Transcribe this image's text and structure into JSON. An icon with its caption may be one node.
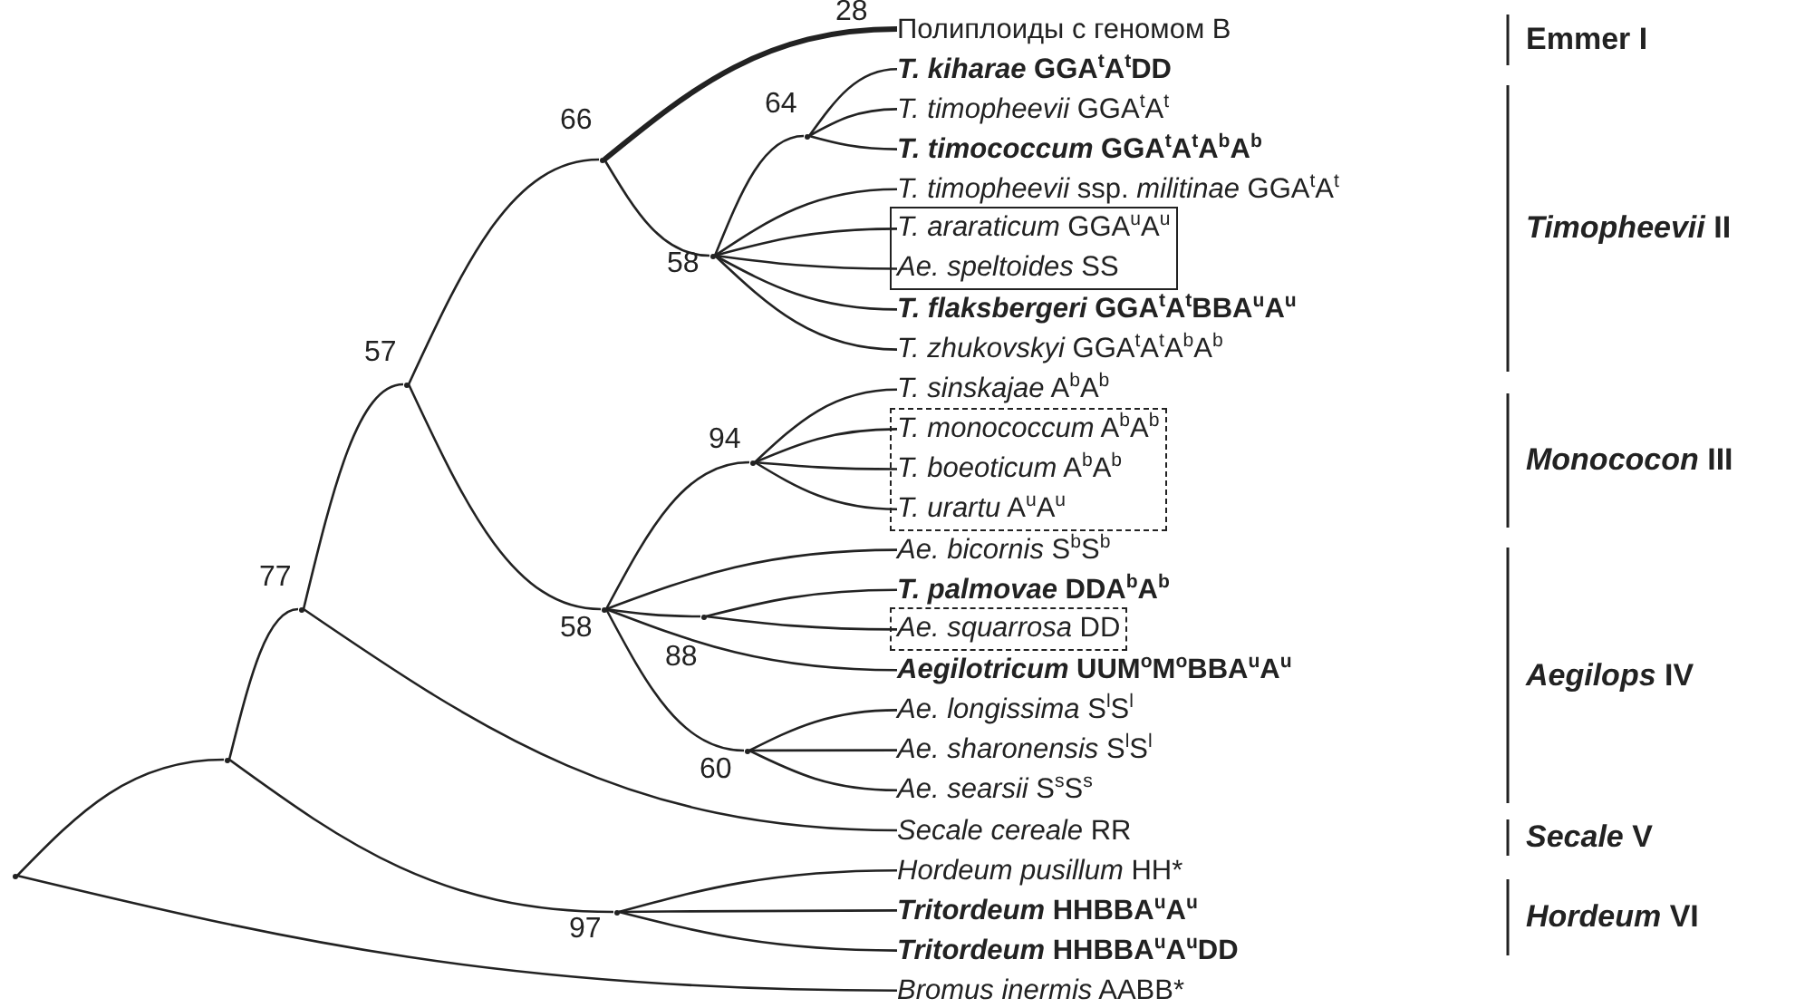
{
  "diagram": {
    "nodes": [
      {
        "text": [],
        "shape": "point"
      },
      {
        "text": [],
        "shape": "point"
      },
      {
        "text": [],
        "shape": "point",
        "beside": [
          "77"
        ]
      },
      {
        "text": [],
        "shape": "point",
        "beside": [
          "57"
        ]
      },
      {
        "text": [],
        "shape": "point",
        "beside": [
          "66"
        ]
      },
      {
        "text": [
          "Полиплоиды с геномом B"
        ],
        "beside": [
          "28"
        ]
      },
      {
        "text": [],
        "shape": "point",
        "beside": [
          "58"
        ]
      },
      {
        "text": [],
        "shape": "point",
        "beside": [
          "64"
        ]
      },
      {
        "text": [
          "*T. kiharae* GGA$^{t}$A$^{t}$DD"
        ]
      },
      {
        "text": [
          "*T. timopheevii* GGA$^{t}$A$^{t}$"
        ]
      },
      {
        "text": [
          "*T. timococcum* GGA$^{t}$A$^{t}$A$^{b}$A$^{b}$"
        ]
      },
      {
        "text": [
          "*T. timopheevii* ssp. *militinae* GGA$^{t}$A$^{t}$"
        ]
      },
      {
        "text": [],
        "shape": "box"
      },
      {
        "text": [
          "*T. araraticum* GGA$^{u}$A$^{u}$"
        ],
        "in": 12
      },
      {
        "text": [
          "*Ae. speltoides* SS"
        ],
        "in": 12
      },
      {
        "text": [
          "*T. flaksbergeri* GGA$^{t}$A$^{t}$BBA$^{u}$A$^{u}$"
        ]
      },
      {
        "text": [
          "*T. zhukovskyi* GGA$^{t}$A$^{t}$A$^{b}$A$^{b}$"
        ]
      },
      {
        "text": [],
        "shape": "point",
        "beside": [
          "58"
        ]
      },
      {
        "text": [],
        "shape": "point",
        "beside": [
          "94"
        ]
      },
      {
        "text": [
          "*T. sinskajae* A$^{b}$A$^{b}$"
        ]
      },
      {
        "text": [],
        "shape": "box"
      },
      {
        "text": [
          "*T. monococcum* A$^{b}$A$^{b}$"
        ],
        "in": 20
      },
      {
        "text": [
          "*T. boeoticum* A$^{b}$A$^{b}$"
        ],
        "in": 20
      },
      {
        "text": [
          "*T. urartu* A$^{u}$A$^{u}$"
        ],
        "in": 20
      },
      {
        "text": [
          "*Ae. bicornis* S$^{b}$S$^{b}$"
        ]
      },
      {
        "text": [],
        "shape": "point",
        "beside": [
          "88"
        ]
      },
      {
        "text": [
          "*T. palmovae* DDA$^{b}$A$^{b}$"
        ]
      },
      {
        "text": [],
        "shape": "box"
      },
      {
        "text": [
          "*Ae. squarrosa* DD"
        ],
        "in": 27
      },
      {
        "text": [
          "*Aegilotricum* UUM$^{o}$M$^{o}$BBA$^{u}$A$^{u}$"
        ]
      },
      {
        "text": [],
        "shape": "point",
        "beside": [
          "60"
        ]
      },
      {
        "text": [
          "*Ae. longissima* S$^{l}$S$^{l}$"
        ]
      },
      {
        "text": [
          "*Ae. sharonensis* S$^{l}$S$^{l}$"
        ]
      },
      {
        "text": [
          "*Ae. searsii* S$^{s}$S$^{s}$"
        ]
      },
      {
        "text": [
          "*Secale cereale* RR"
        ]
      },
      {
        "text": [],
        "shape": "point",
        "beside": [
          "97"
        ]
      },
      {
        "text": [
          "*Hordeum pusillum* HH*"
        ]
      },
      {
        "text": [
          "*Tritordeum* HHBBA$^{u}$A$^{u}$"
        ]
      },
      {
        "text": [
          "*Tritordeum* HHBBA$^{u}$A$^{u}$DD"
        ]
      },
      {
        "text": [
          "*Bromus inermis* AABB*"
        ]
      }
    ],
    "edges": [
      {
        "from": 0,
        "to": 1,
        "arrow": "none"
      },
      {
        "from": 0,
        "to": 39,
        "arrow": "none"
      },
      {
        "from": 1,
        "to": 2,
        "arrow": "none"
      },
      {
        "from": 1,
        "to": 35,
        "arrow": "none"
      },
      {
        "from": 2,
        "to": 3,
        "arrow": "none"
      },
      {
        "from": 2,
        "to": 34,
        "arrow": "none"
      },
      {
        "from": 3,
        "to": 4,
        "arrow": "none"
      },
      {
        "from": 3,
        "to": 17,
        "arrow": "none"
      },
      {
        "from": 4,
        "to": 5,
        "arrow": "none",
        "style": "thick"
      },
      {
        "from": 4,
        "to": 6,
        "arrow": "none"
      },
      {
        "from": 6,
        "to": 7,
        "arrow": "none"
      },
      {
        "from": 6,
        "to": 11,
        "arrow": "none"
      },
      {
        "from": 6,
        "to": 13,
        "arrow": "none"
      },
      {
        "from": 6,
        "to": 14,
        "arrow": "none"
      },
      {
        "from": 6,
        "to": 15,
        "arrow": "none"
      },
      {
        "from": 6,
        "to": 16,
        "arrow": "none"
      },
      {
        "from": 7,
        "to": 8,
        "arrow": "none"
      },
      {
        "from": 7,
        "to": 9,
        "arrow": "none"
      },
      {
        "from": 7,
        "to": 10,
        "arrow": "none"
      },
      {
        "from": 17,
        "to": 18,
        "arrow": "none"
      },
      {
        "from": 17,
        "to": 24,
        "arrow": "none"
      },
      {
        "from": 17,
        "to": 25,
        "arrow": "none"
      },
      {
        "from": 17,
        "to": 29,
        "arrow": "none"
      },
      {
        "from": 17,
        "to": 30,
        "arrow": "none"
      },
      {
        "from": 18,
        "to": 19,
        "arrow": "none"
      },
      {
        "from": 18,
        "to": 21,
        "arrow": "none"
      },
      {
        "from": 18,
        "to": 22,
        "arrow": "none"
      },
      {
        "from": 18,
        "to": 23,
        "arrow": "none"
      },
      {
        "from": 25,
        "to": 26,
        "arrow": "none"
      },
      {
        "from": 25,
        "to": 28,
        "arrow": "none"
      },
      {
        "from": 30,
        "to": 31,
        "arrow": "none"
      },
      {
        "from": 30,
        "to": 32,
        "arrow": "none"
      },
      {
        "from": 30,
        "to": 33,
        "arrow": "none"
      },
      {
        "from": 35,
        "to": 36,
        "arrow": "none"
      },
      {
        "from": 35,
        "to": 37,
        "arrow": "none"
      },
      {
        "from": 35,
        "to": 38,
        "arrow": "none"
      }
    ],
    "labels": [
      "Emmer I",
      "*Timopheevii* II",
      "*Monococon* III",
      "*Aegilops* IV",
      "*Secale* V",
      "*Hordeum* VI"
    ]
  }
}
